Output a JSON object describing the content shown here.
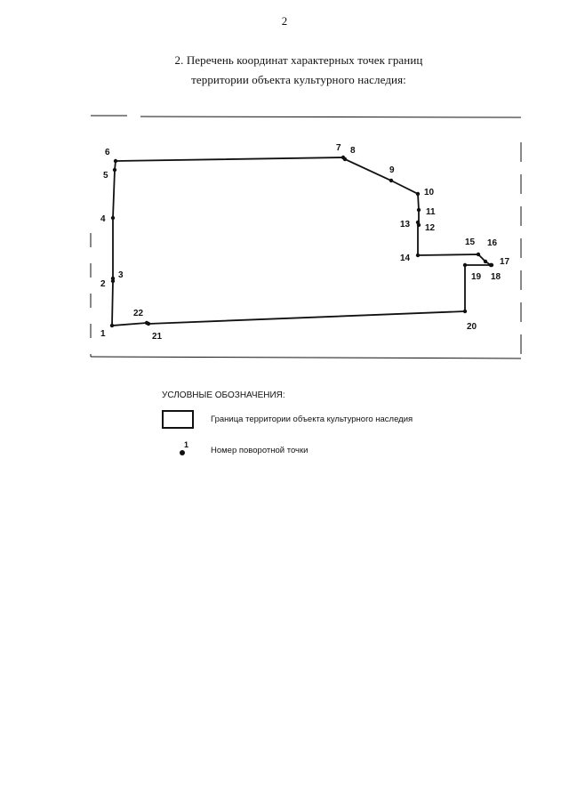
{
  "page": {
    "number": "2"
  },
  "heading": {
    "line1": "2. Перечень координат характерных точек границ",
    "line2": "территории объекта культурного наследия:"
  },
  "legend": {
    "title": "УСЛОВНЫЕ ОБОЗНАЧЕНИЯ:",
    "boundary_label": "Граница территории объекта культурного наследия",
    "point_label": "Номер поворотной точки",
    "point_example_number": "1"
  },
  "points": [
    {
      "label": "1"
    },
    {
      "label": "2"
    },
    {
      "label": "3"
    },
    {
      "label": "4"
    },
    {
      "label": "5"
    },
    {
      "label": "6"
    },
    {
      "label": "7"
    },
    {
      "label": "8"
    },
    {
      "label": "9"
    },
    {
      "label": "10"
    },
    {
      "label": "11"
    },
    {
      "label": "12"
    },
    {
      "label": "13"
    },
    {
      "label": "14"
    },
    {
      "label": "15"
    },
    {
      "label": "16"
    },
    {
      "label": "17"
    },
    {
      "label": "18"
    },
    {
      "label": "19"
    },
    {
      "label": "20"
    },
    {
      "label": "21"
    },
    {
      "label": "22"
    }
  ],
  "colors": {
    "ink": "#111111",
    "background": "#ffffff"
  }
}
